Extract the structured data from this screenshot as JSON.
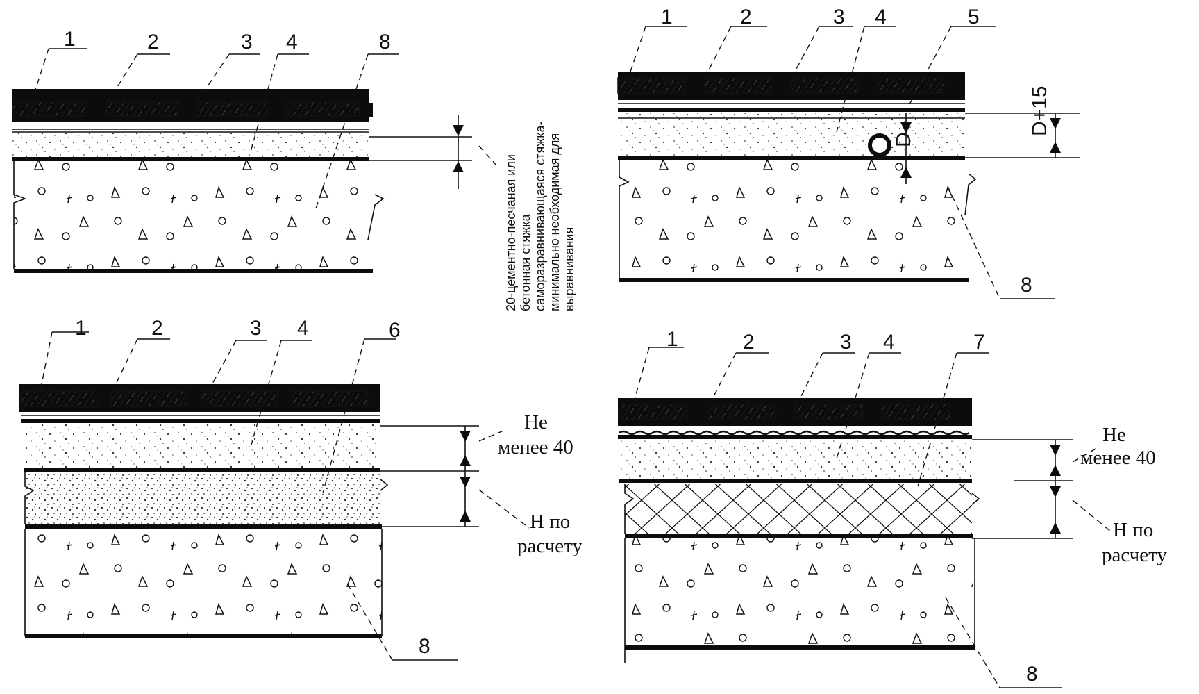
{
  "panels": [
    {
      "id": "a",
      "callouts": [
        "1",
        "2",
        "3",
        "4",
        "8"
      ]
    },
    {
      "id": "b",
      "callouts": [
        "1",
        "2",
        "3",
        "4",
        "5",
        "8"
      ],
      "dim_D": "D",
      "dim_D15": "D+15"
    },
    {
      "id": "c",
      "callouts": [
        "1",
        "2",
        "3",
        "4",
        "6",
        "8"
      ],
      "dim_top": [
        "Не",
        "менее 40"
      ],
      "dim_bottom": [
        "Н по",
        "расчету"
      ]
    },
    {
      "id": "d",
      "callouts": [
        "1",
        "2",
        "3",
        "4",
        "7",
        "8"
      ],
      "dim_top": [
        "Не",
        "менее 40"
      ],
      "dim_bottom": [
        "Н по",
        "расчету"
      ]
    }
  ],
  "vertical_note": [
    "20-цементно-песчаная или",
    "бетонная стяжка",
    "саморазравнивающаяся стяжка-",
    "минимально необходимая для",
    "выравнивания"
  ]
}
